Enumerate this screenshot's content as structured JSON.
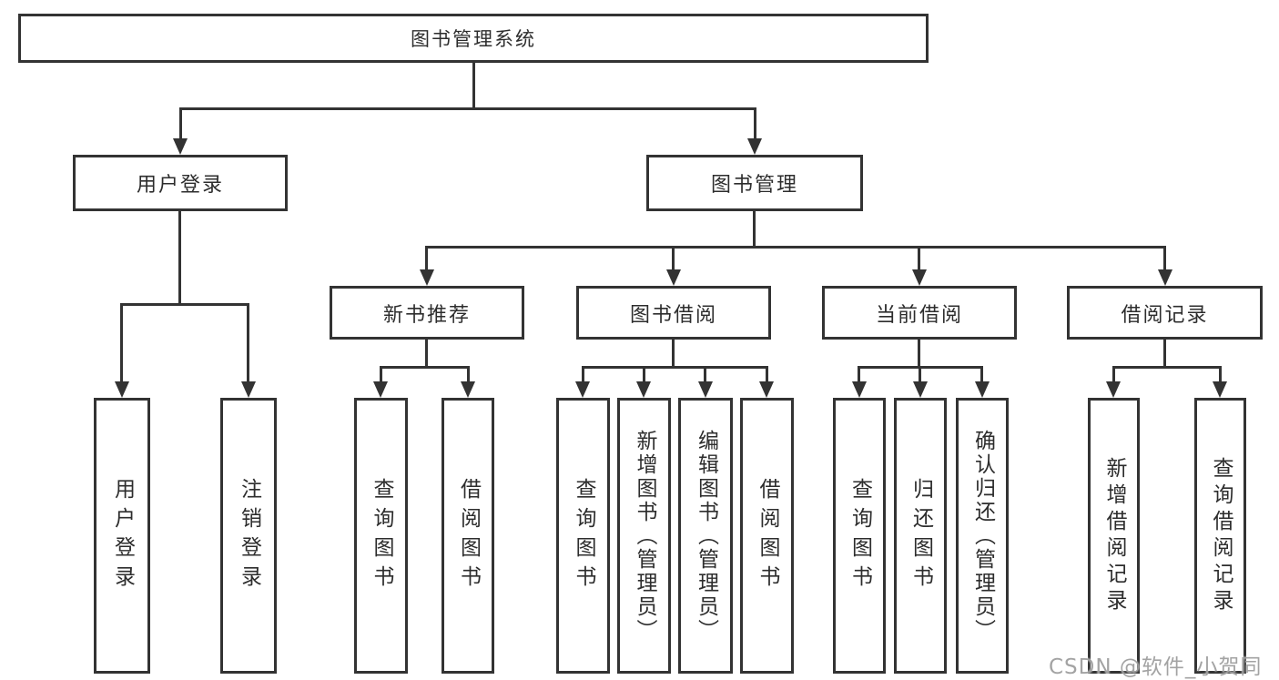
{
  "tree": {
    "label": "图书管理系统",
    "children": [
      {
        "label": "用户登录",
        "children": [
          {
            "label": "用户登录"
          },
          {
            "label": "注销登录"
          }
        ]
      },
      {
        "label": "图书管理",
        "children": [
          {
            "label": "新书推荐",
            "children": [
              {
                "label": "查询图书"
              },
              {
                "label": "借阅图书"
              }
            ]
          },
          {
            "label": "图书借阅",
            "children": [
              {
                "label": "查询图书"
              },
              {
                "label": "新增图书（管理员）"
              },
              {
                "label": "编辑图书（管理员）"
              },
              {
                "label": "借阅图书"
              }
            ]
          },
          {
            "label": "当前借阅",
            "children": [
              {
                "label": "查询图书"
              },
              {
                "label": "归还图书"
              },
              {
                "label": "确认归还（管理员）"
              }
            ]
          },
          {
            "label": "借阅记录",
            "children": [
              {
                "label": "新增借阅记录"
              },
              {
                "label": "查询借阅记录"
              }
            ]
          }
        ]
      }
    ]
  },
  "colors": {
    "line": "#333333",
    "text": "#2d2d2d",
    "background": "#ffffff"
  },
  "watermark": "CSDN @软件_小贺同学"
}
